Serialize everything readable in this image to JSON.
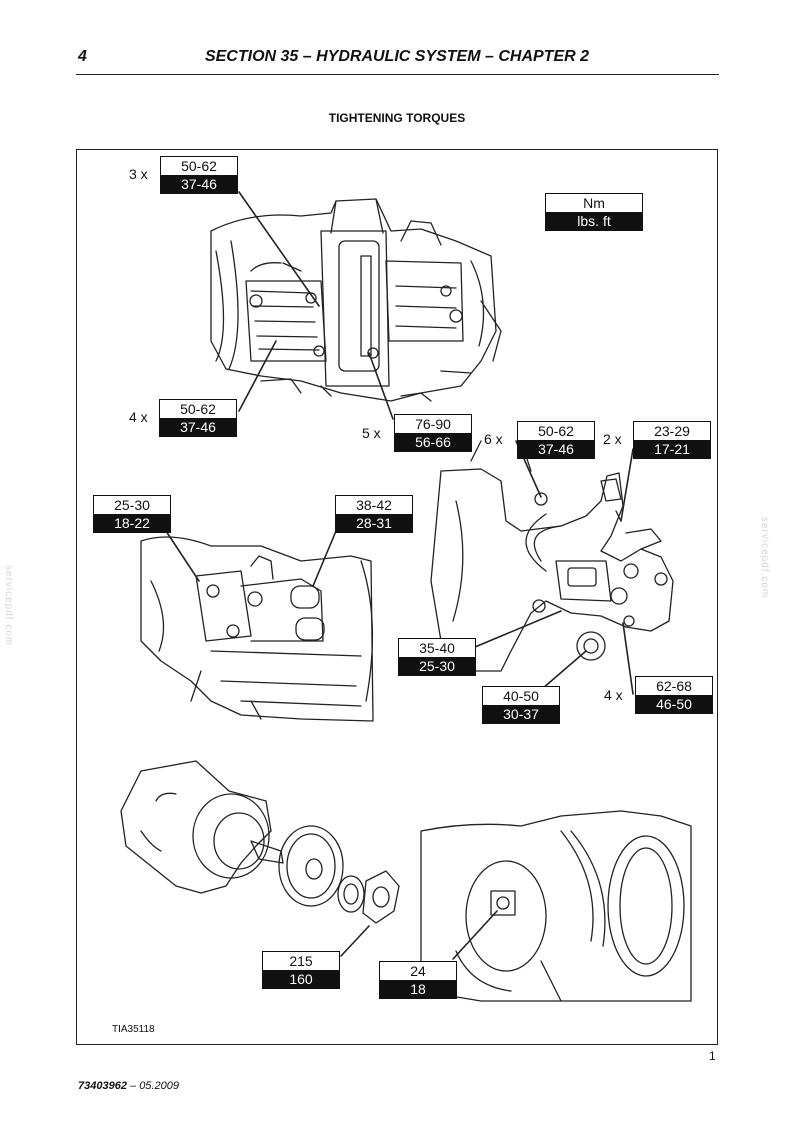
{
  "header": {
    "page_number": "4",
    "title": "SECTION 35 – HYDRAULIC SYSTEM – CHAPTER 2"
  },
  "subtitle": "TIGHTENING TORQUES",
  "legend": {
    "nm": "Nm",
    "lbs": "lbs. ft"
  },
  "torques": {
    "t1": {
      "mult": "3 x",
      "nm": "50-62",
      "lbs": "37-46"
    },
    "t2": {
      "mult": "4 x",
      "nm": "50-62",
      "lbs": "37-46"
    },
    "t3": {
      "mult": "5 x",
      "nm": "76-90",
      "lbs": "56-66"
    },
    "t4": {
      "mult": "6 x",
      "nm": "50-62",
      "lbs": "37-46"
    },
    "t5": {
      "mult": "2 x",
      "nm": "23-29",
      "lbs": "17-21"
    },
    "t6": {
      "nm": "25-30",
      "lbs": "18-22"
    },
    "t7": {
      "nm": "38-42",
      "lbs": "28-31"
    },
    "t8": {
      "nm": "35-40",
      "lbs": "25-30"
    },
    "t9": {
      "nm": "40-50",
      "lbs": "30-37"
    },
    "t10": {
      "mult": "4 x",
      "nm": "62-68",
      "lbs": "46-50"
    },
    "t11": {
      "nm": "215",
      "lbs": "160"
    },
    "t12": {
      "nm": "24",
      "lbs": "18"
    }
  },
  "figure_id": "TIA35118",
  "figure_page_ref": "1",
  "footer": {
    "doc_number": "73403962",
    "date": "– 05.2009"
  },
  "watermark": "servicepdf.com"
}
